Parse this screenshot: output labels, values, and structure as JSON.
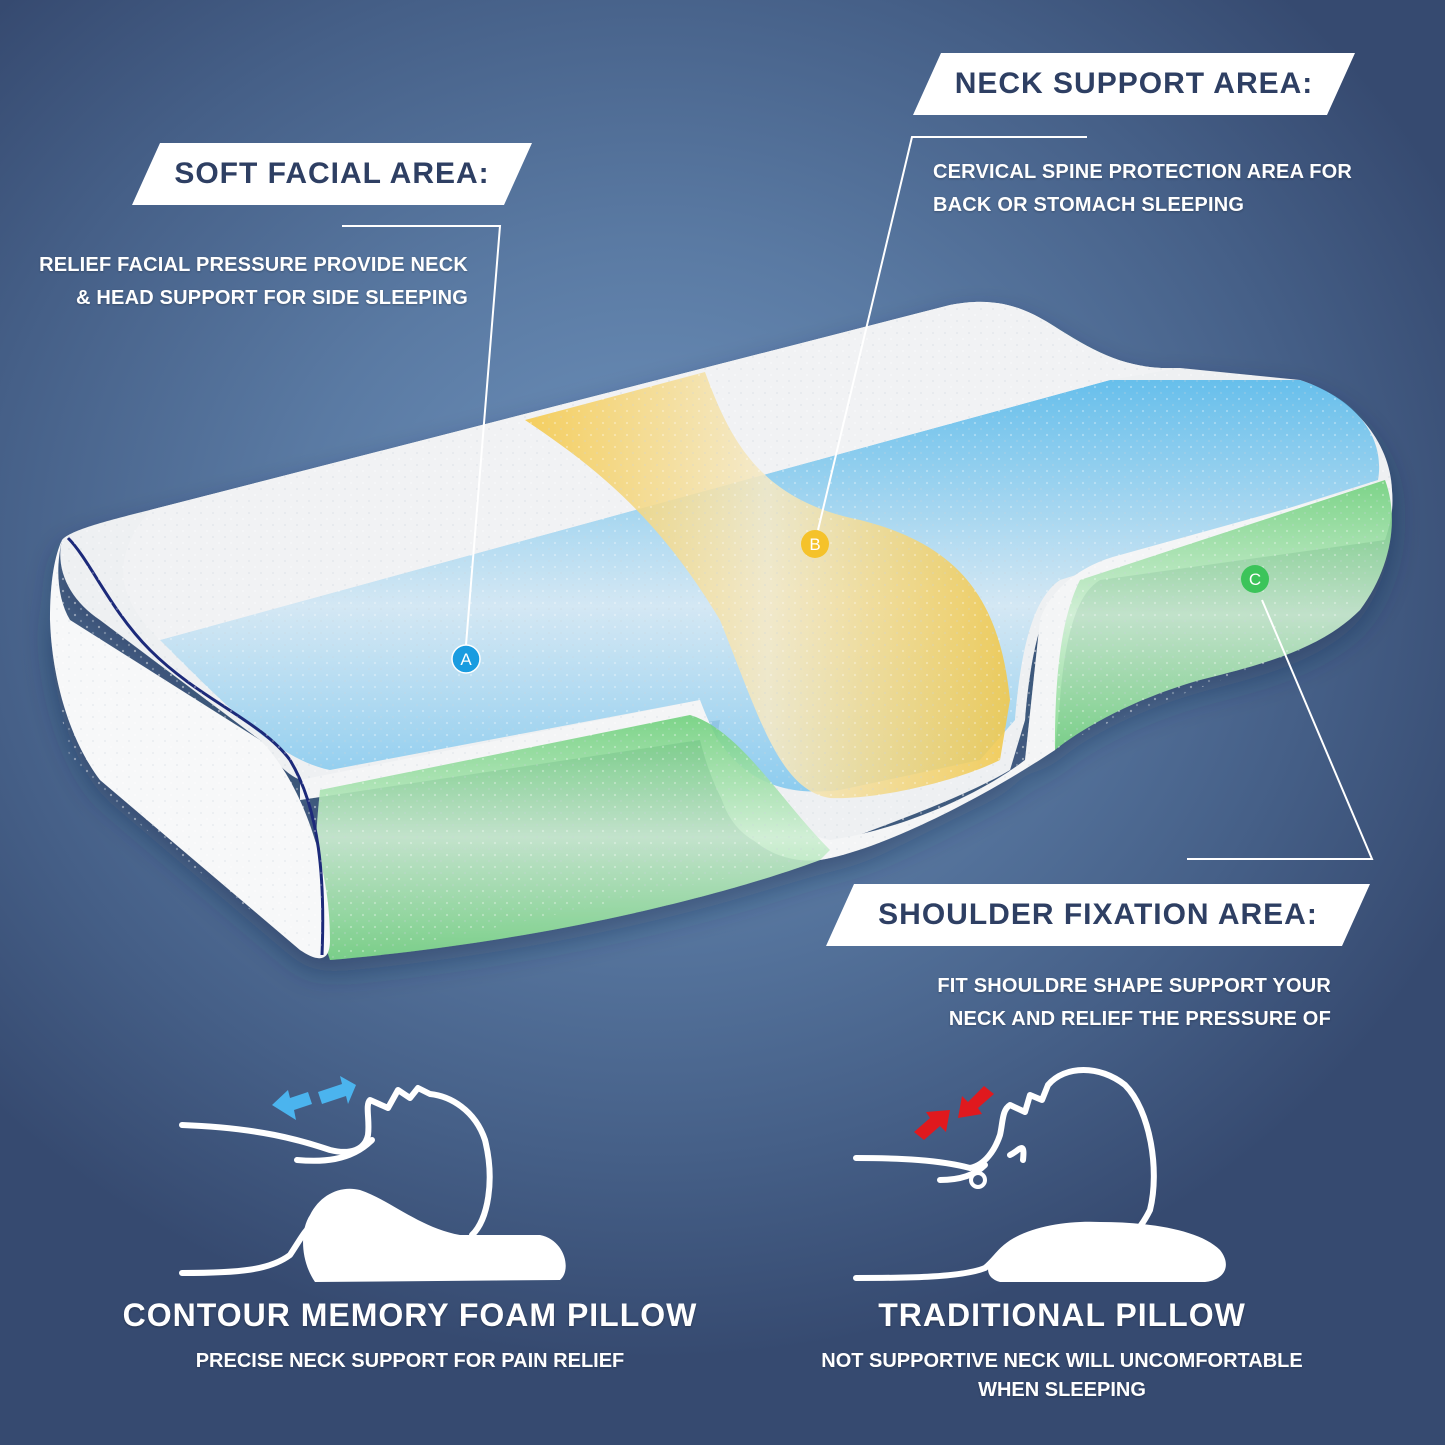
{
  "zones": {
    "soft_facial": {
      "marker": "A",
      "title": "SOFT FACIAL AREA:",
      "description": [
        "RELIEF FACIAL PRESSURE PROVIDE NECK",
        "& HEAD SUPPORT FOR SIDE SLEEPING"
      ],
      "color": "#1a9ce0"
    },
    "neck_support": {
      "marker": "B",
      "title": "NECK SUPPORT AREA:",
      "description": [
        "CERVICAL SPINE PROTECTION AREA FOR",
        "BACK OR STOMACH SLEEPING"
      ],
      "color": "#f5c22a"
    },
    "shoulder_fixation": {
      "marker": "C",
      "title": "SHOULDER FIXATION AREA:",
      "description": [
        "FIT SHOULDRE SHAPE SUPPORT YOUR",
        "NECK AND RELIEF THE PRESSURE OF"
      ],
      "color": "#3cc45a"
    }
  },
  "comparison": {
    "contour": {
      "title": "CONTOUR MEMORY FOAM PILLOW",
      "subtitle": [
        "PRECISE NECK SUPPORT FOR PAIN RELIEF"
      ],
      "arrow_color": "#4bb4ee",
      "arrow_meaning": "stretch"
    },
    "traditional": {
      "title": "TRADITIONAL PILLOW",
      "subtitle": [
        "NOT SUPPORTIVE NECK WILL UNCOMFORTABLE",
        "WHEN SLEEPING"
      ],
      "arrow_color": "#e0191e",
      "arrow_meaning": "compress"
    }
  },
  "colors": {
    "banner_text": "#2e3f63",
    "piping": "#1f2a7a"
  }
}
